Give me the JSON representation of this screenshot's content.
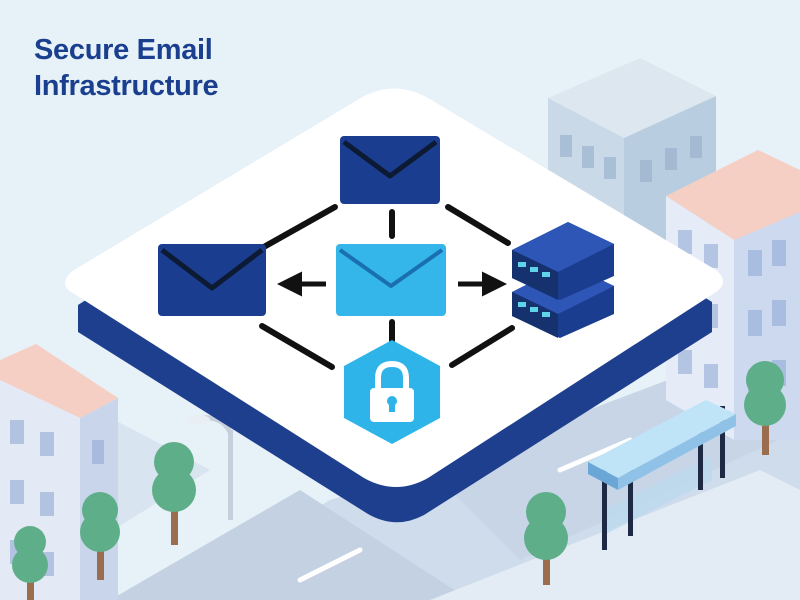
{
  "title": {
    "line1": "Secure Email",
    "line2": "Infrastructure"
  },
  "colors": {
    "title": "#1b3f8f",
    "navy": "#1a3d8f",
    "light_blue": "#35b6ea",
    "sky": "#e7f1f8",
    "platform_top": "#ffffff",
    "platform_edge": "#1e3f8e",
    "connector": "#111111",
    "tree": "#5fae8a",
    "building_roof": "#f5cfc4",
    "building_wall": "#d9e2f3",
    "bus_shelter_roof": "#bfe3f7"
  },
  "diagram": {
    "nodes": [
      {
        "id": "email-top",
        "icon": "envelope-icon"
      },
      {
        "id": "email-left",
        "icon": "envelope-icon"
      },
      {
        "id": "email-center",
        "icon": "envelope-icon"
      },
      {
        "id": "server-right",
        "icon": "server-icon"
      },
      {
        "id": "lock-bottom",
        "icon": "padlock-icon"
      }
    ],
    "edges": [
      {
        "from": "email-top",
        "to": "email-left",
        "style": "dashed"
      },
      {
        "from": "email-top",
        "to": "server-right",
        "style": "dashed"
      },
      {
        "from": "email-top",
        "to": "email-center",
        "style": "dashed"
      },
      {
        "from": "email-center",
        "to": "email-left",
        "style": "arrow"
      },
      {
        "from": "email-center",
        "to": "server-right",
        "style": "arrow"
      },
      {
        "from": "email-center",
        "to": "lock-bottom",
        "style": "dashed"
      },
      {
        "from": "email-left",
        "to": "lock-bottom",
        "style": "dashed"
      },
      {
        "from": "server-right",
        "to": "lock-bottom",
        "style": "dashed"
      }
    ]
  }
}
